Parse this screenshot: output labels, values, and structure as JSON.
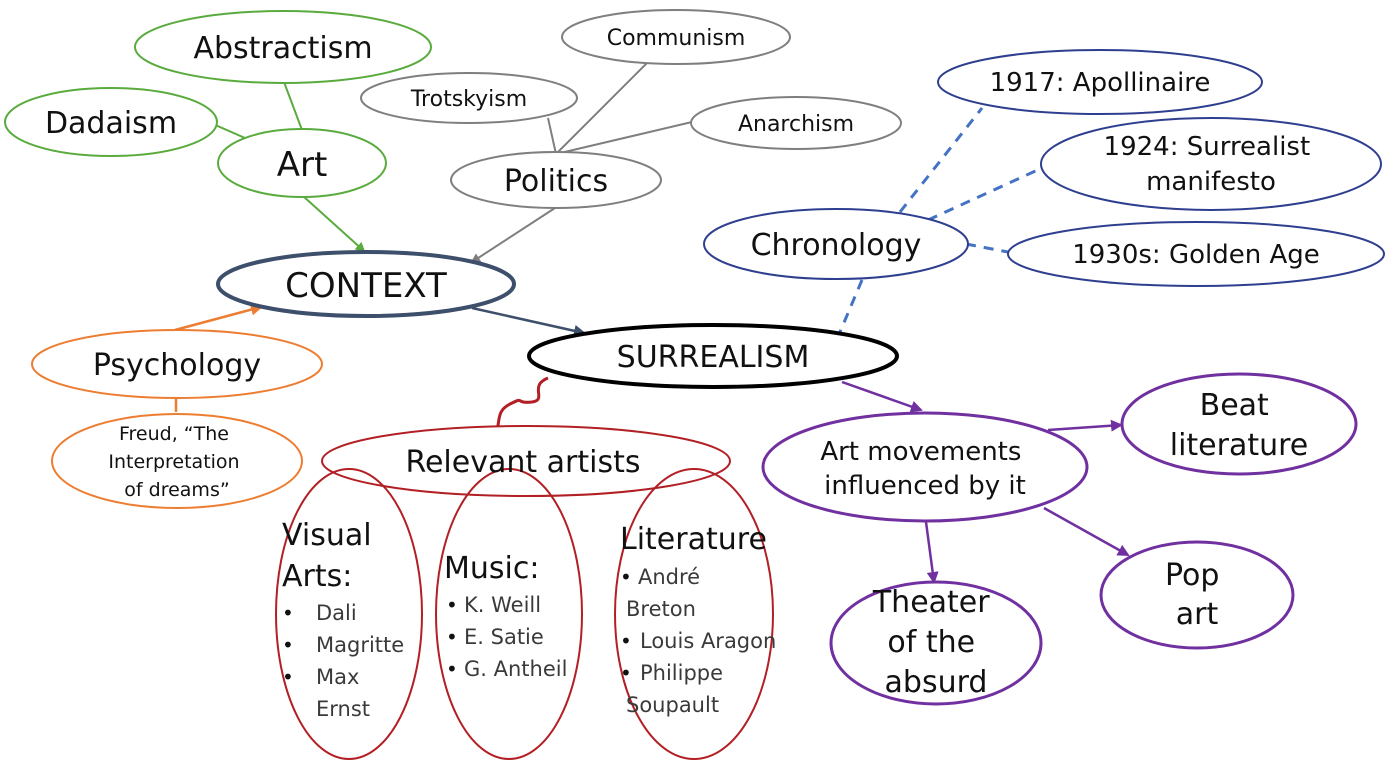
{
  "title": "SURREALISM",
  "colors": {
    "green": "#5aab3d",
    "gray": "#7f7f7f",
    "navy": "#3d4f6b",
    "orange": "#ed7d31",
    "blue_dash": "#4472c4",
    "blue_node": "#2f3f8f",
    "red": "#b21f24",
    "purple": "#7030a0",
    "black": "#000000"
  },
  "nodes": {
    "surrealism": "SURREALISM",
    "context": "CONTEXT",
    "art": "Art",
    "abstractism": "Abstractism",
    "dadaism": "Dadaism",
    "politics": "Politics",
    "communism": "Communism",
    "trotskyism": "Trotskyism",
    "anarchism": "Anarchism",
    "psychology": "Psychology",
    "freud": [
      "Freud, “The",
      "Interpretation",
      "of dreams”"
    ],
    "chronology": "Chronology",
    "chrono_1917": "1917: Apollinaire",
    "chrono_1924": [
      "1924: Surrealist",
      "manifesto"
    ],
    "chrono_1930s": "1930s: Golden Age",
    "relevant_artists": "Relevant artists",
    "visual_arts": {
      "heading": [
        "Visual",
        "Arts:"
      ],
      "items": [
        "Dali",
        "Magritte",
        "Max",
        "Ernst"
      ]
    },
    "music": {
      "heading": "Music:",
      "items": [
        "K. Weill",
        "E. Satie",
        "G. Antheil"
      ]
    },
    "literature": {
      "heading": "Literature",
      "items": [
        "André",
        "Breton",
        "Louis Aragon",
        "Philippe",
        "Soupault"
      ]
    },
    "art_movements": [
      "Art movements",
      "influenced by it"
    ],
    "beat": [
      "Beat",
      "literature"
    ],
    "pop": [
      "Pop",
      "art"
    ],
    "theater": [
      "Theater",
      "of the",
      "absurd"
    ]
  },
  "bullet": "•"
}
